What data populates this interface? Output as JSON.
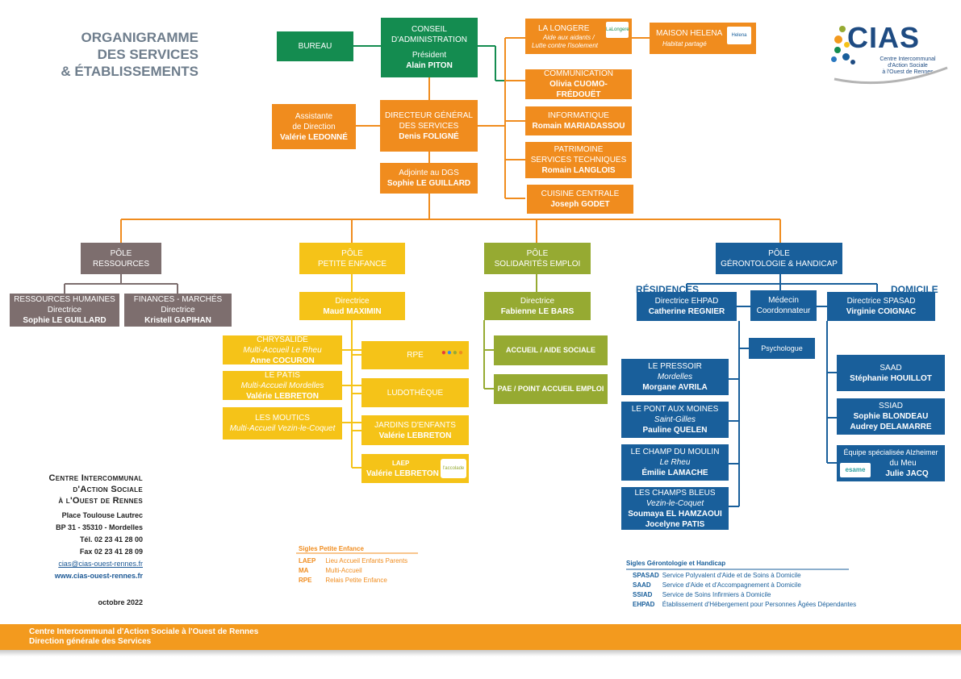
{
  "title": [
    "ORGANIGRAMME",
    "DES SERVICES",
    "& ÉTABLISSEMENTS"
  ],
  "logo": {
    "word": "CIAS",
    "sub": [
      "Centre Intercommunal",
      "d'Action Sociale",
      "à l'Ouest de Rennes"
    ]
  },
  "top": {
    "bureau": "BUREAU",
    "conseil": {
      "title": [
        "CONSEIL",
        "D'ADMINISTRATION"
      ],
      "role": "Président",
      "name": "Alain PITON"
    },
    "longere": {
      "title": "LA LONGERE",
      "sub": [
        "Aide aux aidants /",
        "Lutte contre l'isolement"
      ],
      "badge": "LaLongere"
    },
    "helena": {
      "title": "MAISON HELENA",
      "sub": "Habitat partagé",
      "badge": "Helena"
    },
    "assistante": {
      "lines": [
        "Assistante",
        "de Direction"
      ],
      "name": "Valérie LEDONNÉ"
    },
    "dgs": {
      "lines": [
        "DIRECTEUR GÉNÉRAL",
        "DES SERVICES"
      ],
      "name": "Denis FOLIGNÉ"
    },
    "adjointe": {
      "lines": [
        "Adjointe au DGS"
      ],
      "name": "Sophie LE GUILLARD"
    },
    "communication": {
      "title": "COMMUNICATION",
      "name": "Olivia CUOMO-FRÉDOUËT"
    },
    "informatique": {
      "title": "INFORMATIQUE",
      "name": "Romain MARIADASSOU"
    },
    "patrimoine": {
      "lines": [
        "PATRIMOINE",
        "SERVICES TECHNIQUES"
      ],
      "name": "Romain LANGLOIS"
    },
    "cuisine": {
      "title": "CUISINE CENTRALE",
      "name": "Joseph  GODET"
    }
  },
  "poles": {
    "ressources": {
      "lines": [
        "PÔLE",
        "RESSOURCES"
      ],
      "rh": {
        "lines": [
          "RESSOURCES HUMAINES",
          "Directrice"
        ],
        "name": "Sophie LE GUILLARD"
      },
      "finances": {
        "lines": [
          "FINANCES - MARCHÉS",
          "Directrice"
        ],
        "name": "Kristell GAPIHAN"
      }
    },
    "petite": {
      "lines": [
        "PÔLE",
        "PETITE ENFANCE"
      ],
      "directrice": {
        "role": "Directrice",
        "name": "Maud MAXIMIN"
      },
      "chrysalide": {
        "title": "CHRYSALIDE",
        "sub": "Multi-Accueil Le Rheu",
        "name": "Anne COCURON"
      },
      "patis": {
        "title": "LE PÂTIS",
        "sub": "Multi-Accueil  Mordelles",
        "name": "Valérie LEBRETON"
      },
      "moutics": {
        "title": "LES MOUTICS",
        "sub": "Multi-Accueil Vezin-le-Coquet"
      },
      "rpe": {
        "title": "RPE"
      },
      "ludo": {
        "title": "LUDOTHÈQUE"
      },
      "jardins": {
        "title": "JARDINS D'ENFANTS",
        "name": "Valérie LEBRETON"
      },
      "laep": {
        "title": "LAEP",
        "name": "Valérie LEBRETON",
        "badge": "l'accolade"
      }
    },
    "solidarites": {
      "lines": [
        "PÔLE",
        "SOLIDARITÉS EMPLOI"
      ],
      "directrice": {
        "role": "Directrice",
        "name": "Fabienne LE BARS"
      },
      "accueil": "ACCUEIL / AIDE SOCIALE",
      "pae": "PAE / POINT ACCUEIL EMPLOI"
    },
    "geronto": {
      "lines": [
        "PÔLE",
        "GÉRONTOLOGIE & HANDICAP"
      ],
      "residences": "RÉSIDENCES",
      "domicile": "DOMICILE",
      "ehpad": {
        "role": "Directrice EHPAD",
        "name": "Catherine REGNIER"
      },
      "medecin": [
        "Médecin",
        "Coordonnateur"
      ],
      "spasad": {
        "role": "Directrice SPASAD",
        "name": "Virginie COIGNAC"
      },
      "psychologue": "Psychologue",
      "pressoir": {
        "title": "LE PRESSOIR",
        "sub": "Mordelles",
        "name": "Morgane AVRILA"
      },
      "pont": {
        "title": "LE PONT AUX MOINES",
        "sub": "Saint-Gilles",
        "name": "Pauline QUELEN"
      },
      "champ": {
        "title": "LE CHAMP DU MOULIN",
        "sub": "Le Rheu",
        "name": "Émilie LAMACHE"
      },
      "champs_bleus": {
        "title": "LES CHAMPS BLEUS",
        "sub": "Vezin-le-Coquet",
        "names": [
          "Soumaya EL HAMZAOUI",
          "Jocelyne PATIS"
        ]
      },
      "saad": {
        "title": "SAAD",
        "name": "Stéphanie HOUILLOT"
      },
      "ssiad": {
        "title": "SSIAD",
        "names": [
          "Sophie BLONDEAU",
          "Audrey DELAMARRE"
        ]
      },
      "alzheimer": {
        "lines": [
          "Équipe spécialisée Alzheimer",
          "du Meu"
        ],
        "name": "Julie JACQ",
        "badge": "esame"
      }
    }
  },
  "address": {
    "org": [
      "Centre Intercommunal",
      "d'Action Sociale",
      "à l'Ouest de Rennes"
    ],
    "lines": [
      "Place Toulouse Lautrec",
      "BP 31 - 35310 - Mordelles",
      "Tél. 02 23 41 28 00",
      "Fax 02 23 41 28 09"
    ],
    "email": "cias@cias-ouest-rennes.fr",
    "web": "www.cias-ouest-rennes.fr"
  },
  "date": "octobre 2022",
  "legend_pe": {
    "title": "Sigles Petite Enfance",
    "rows": [
      [
        "LAEP",
        "Lieu Accueil Enfants Parents"
      ],
      [
        "MA",
        "Multi-Accueil"
      ],
      [
        "RPE",
        "Relais Petite Enfance"
      ]
    ]
  },
  "legend_geronto": {
    "title": "Sigles Gérontologie et Handicap",
    "rows": [
      [
        "SPASAD",
        "Service  Polyvalent d'Aide et de Soins à Domicile"
      ],
      [
        "SAAD",
        "Service d'Aide et d'Accompagnement à Domicile"
      ],
      [
        "SSIAD",
        "Service de Soins Infirmiers à Domicile"
      ],
      [
        "EHPAD",
        "Établissement d'Hébergement pour Personnes Âgées Dépendantes"
      ]
    ]
  },
  "footer": [
    "Centre Intercommunal d'Action Sociale à l'Ouest de Rennes",
    "Direction générale des Services"
  ],
  "colors": {
    "green": "#148c50",
    "orange": "#f08c1e",
    "gray": "#7d6e6e",
    "yellow": "#f5c318",
    "olive": "#96aa32",
    "blue": "#195f9b"
  }
}
